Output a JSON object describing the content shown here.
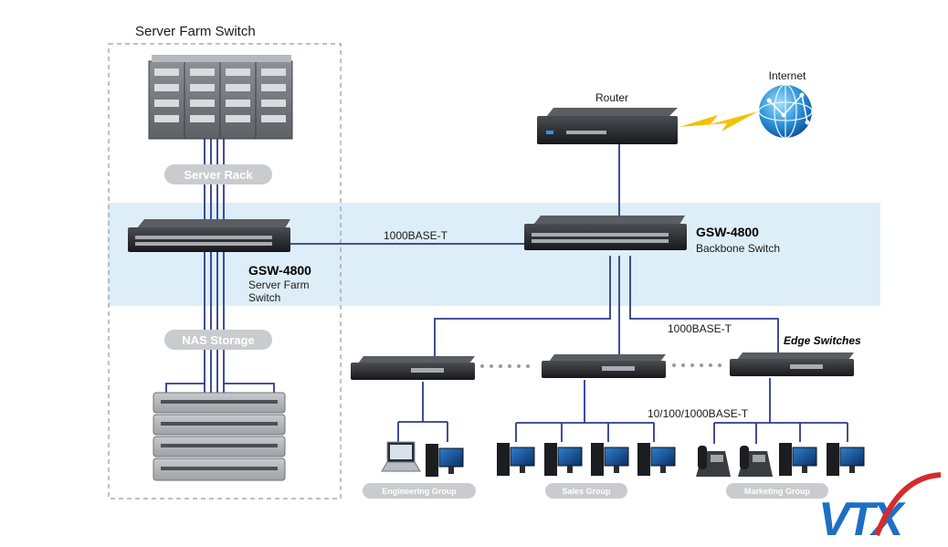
{
  "diagram": {
    "server_farm_title": "Server Farm Switch",
    "server_rack_label": "Server Rack",
    "nas_storage_label": "NAS Storage",
    "router_label": "Router",
    "internet_label": "Internet",
    "farm_switch_model": "GSW-4800",
    "farm_switch_desc_1": "Server Farm",
    "farm_switch_desc_2": "Switch",
    "backbone_model": "GSW-4800",
    "backbone_desc": "Backbone Switch",
    "link_uplink": "1000BASE-T",
    "link_edge": "1000BASE-T",
    "edge_label": "Edge Switches",
    "access_link": "10/100/1000BASE-T",
    "group_engineering": "Engineering Group",
    "group_sales": "Sales Group",
    "group_marketing": "Marketing Group",
    "brand": "VTX"
  },
  "colors": {
    "band": "#deeef8",
    "link": "#2b3a8c",
    "lightning": "#f2c200",
    "pill": "#c9cbce",
    "brand_blue": "#1e6fc4",
    "brand_red": "#d62b2b"
  },
  "icons": {
    "switch": "network-switch-icon",
    "router": "router-icon",
    "globe": "internet-globe-icon",
    "server": "server-rack-icon",
    "nas": "nas-storage-icon",
    "pc": "desktop-pc-icon",
    "laptop": "laptop-icon",
    "phone": "ip-phone-icon"
  }
}
